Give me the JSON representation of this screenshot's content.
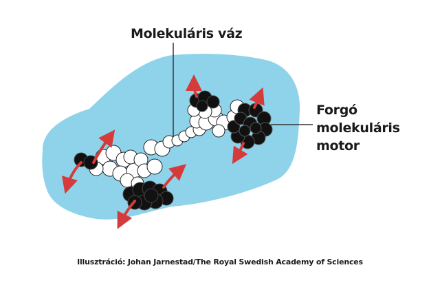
{
  "labels": {
    "backbone": "Molekuláris váz",
    "motor": [
      "Forgó",
      "molekuláris",
      "motor"
    ]
  },
  "caption": "Illusztráció: Johan Jarnestad/The Royal Swedish Academy of Sciences",
  "colors": {
    "car_body": "#8fd3ea",
    "atom_white": "#ffffff",
    "atom_black": "#111111",
    "arrow_red": "#d63b3b",
    "leader_line": "#333333"
  }
}
